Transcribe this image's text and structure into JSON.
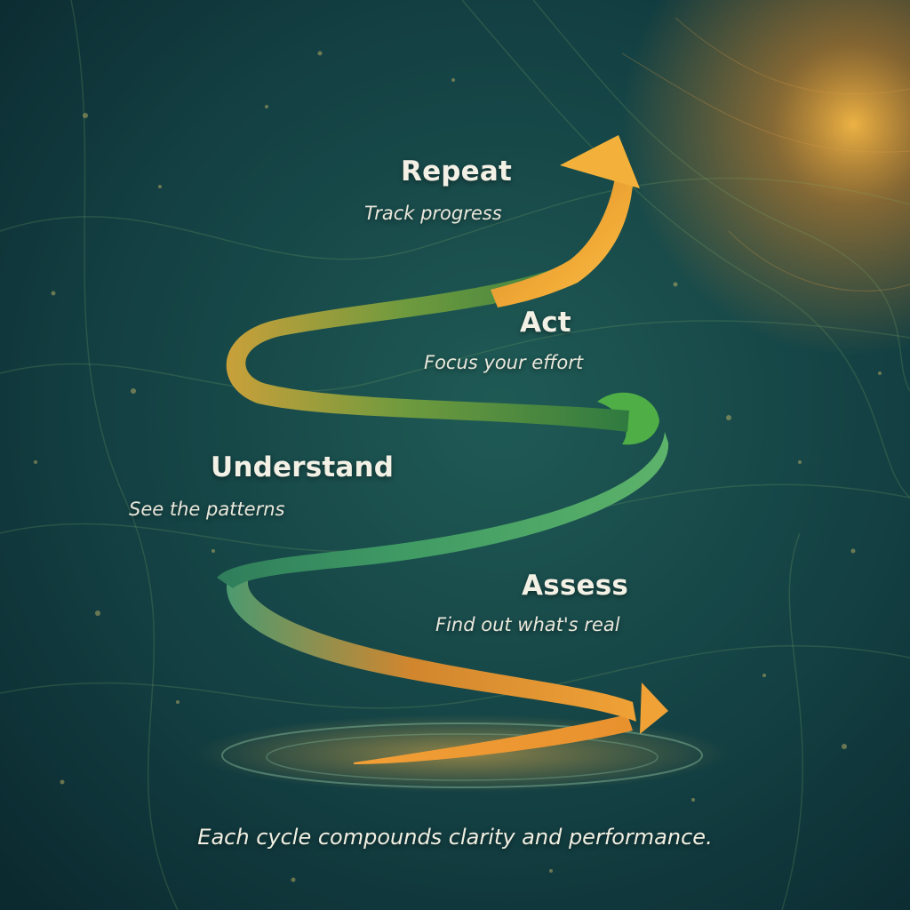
{
  "stages": {
    "repeat": {
      "title": "Repeat",
      "subtitle": "Track progress"
    },
    "act": {
      "title": "Act",
      "subtitle": "Focus your effort"
    },
    "understand": {
      "title": "Understand",
      "subtitle": "See the patterns"
    },
    "assess": {
      "title": "Assess",
      "subtitle": "Find out what's real"
    }
  },
  "footer": "Each cycle compounds clarity and performance.",
  "colors": {
    "background": "#0f3a3c",
    "ribbon_orange": "#f0a432",
    "ribbon_green": "#3e9a5a",
    "glow": "#f5b84a",
    "text": "#f3f1e6"
  }
}
